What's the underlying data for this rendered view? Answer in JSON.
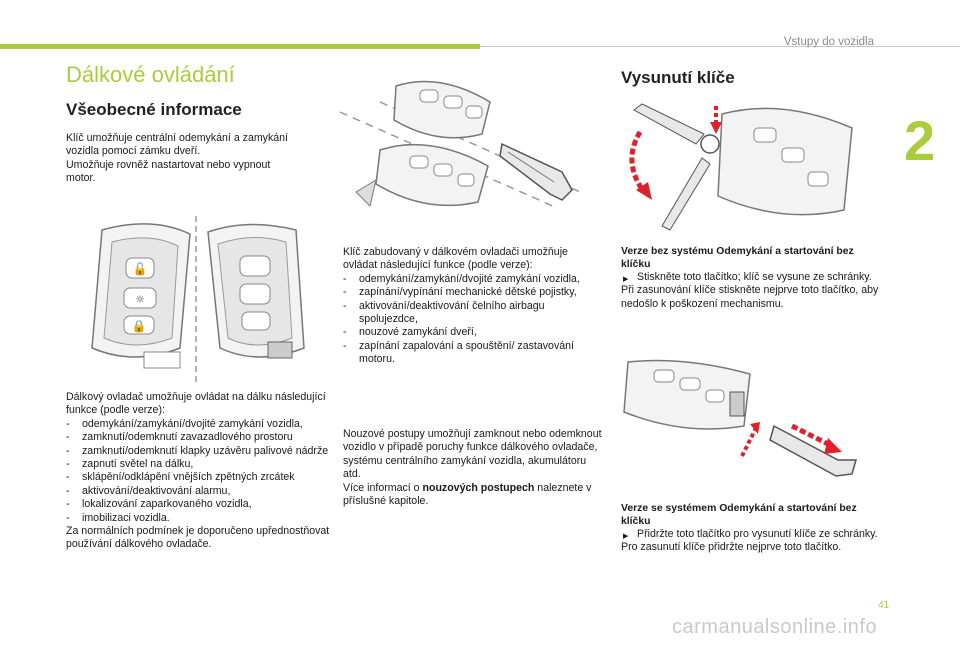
{
  "header": {
    "section": "Vstupy do vozidla",
    "chapter_number": "2"
  },
  "page_title": "Dálkové ovládání",
  "general": {
    "heading": "Všeobecné informace",
    "intro_lines": [
      "Klíč umožňuje centrální odemykání a zamykání",
      "vozidla pomocí zámku dveří.",
      "Umožňuje rovněž nastartovat nebo vypnout",
      "motor."
    ]
  },
  "remote_functions": {
    "intro": "Dálkový ovladač umožňuje ovládat na dálku následující funkce (podle verze):",
    "items": [
      "odemykání/zamykání/dvojité zamykání vozidla,",
      "zamknutí/odemknutí zavazadlového prostoru",
      "zamknutí/odemknutí klapky uzávěru palivové nádrže",
      "zapnutí světel na dálku,",
      "sklápění/odklápění vnějších zpětných zrcátek",
      "aktivování/deaktivování alarmu,",
      "lokalizování zaparkovaného vozidla,",
      "imobilizaci vozidla."
    ],
    "outro": "Za normálních podmínek je doporučeno upřednostňovat používání dálkového ovladače."
  },
  "built_in_key": {
    "intro": "Klíč zabudovaný v dálkovém ovladači umožňuje ovládat následující funkce (podle verze):",
    "items": [
      "odemykání/zamykání/dvojité zamykání vozidla,",
      "zapínání/vypínání mechanické dětské pojistky,",
      "aktivování/deaktivování čelního airbagu spolujezdce,",
      "nouzové zamykání dveří,",
      "zapínání zapalování a spouštění/ zastavování motoru."
    ]
  },
  "emergency": {
    "text": "Nouzové postupy umožňují zamknout nebo odemknout vozidlo v případě poruchy funkce dálkového ovladače, systému centrálního zamykání vozidla, akumulátoru atd.",
    "more_prefix": "Více informací o",
    "more_bold": "nouzových postupech",
    "more_suffix": "naleznete v příslušné kapitole."
  },
  "unfold": {
    "heading": "Vysunutí klíče",
    "without": {
      "caption": "Verze bez systému Odemykání a startování bez klíčku",
      "step": "Stiskněte toto tlačítko; klíč se vysune ze schránky.",
      "note": "Při zasunování klíče stiskněte nejprve toto tlačítko, aby nedošlo k poškození mechanismu."
    },
    "with": {
      "caption": "Verze se systémem Odemykání a startování bez klíčku",
      "step": "Přidržte toto tlačítko pro vysunutí klíče ze schránky.",
      "note": "Pro zasunutí klíče přidržte nejprve toto tlačítko."
    }
  },
  "footer": {
    "page_number": "41",
    "watermark": "carmanualsonline.info"
  },
  "colors": {
    "accent": "#a9cd3c",
    "arrow": "#e0202a"
  }
}
